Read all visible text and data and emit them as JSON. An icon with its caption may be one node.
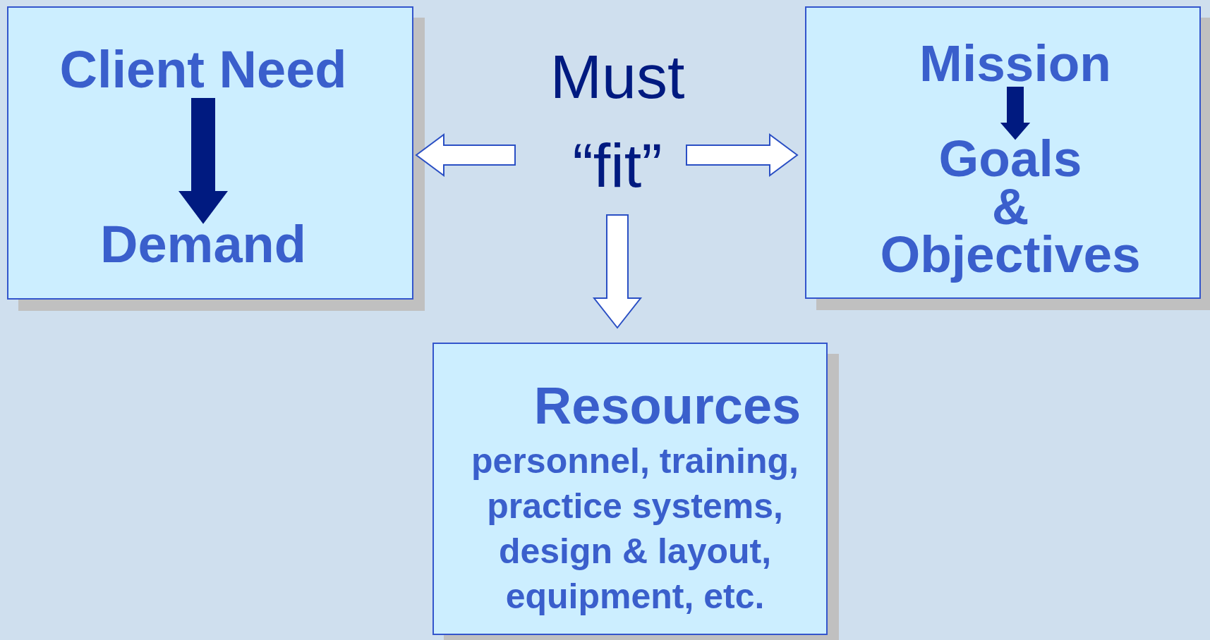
{
  "diagram": {
    "nodes": [
      {
        "text": [],
        "shape": "box"
      },
      {
        "text": [
          "Client Need"
        ],
        "in": 0
      },
      {
        "text": [
          "Demand"
        ],
        "in": 0
      },
      {
        "text": [
          "Must “fit”"
        ]
      },
      {
        "text": [],
        "shape": "box"
      },
      {
        "text": [
          "Mission"
        ],
        "in": 4
      },
      {
        "text": [
          "Goals & Objectives"
        ],
        "in": 4
      },
      {
        "text": [
          "Resources",
          "personnel, training, practice systems, design & layout, equipment, etc."
        ]
      }
    ],
    "edges": [
      {
        "from": 1,
        "to": 2,
        "arrow": "to",
        "color": "#001a80"
      },
      {
        "from": 5,
        "to": 6,
        "arrow": "to",
        "color": "#001a80"
      },
      {
        "from": 3,
        "to": 0,
        "arrow": "to"
      },
      {
        "from": 3,
        "to": 4,
        "arrow": "to"
      },
      {
        "from": 3,
        "to": 7,
        "arrow": "to"
      }
    ]
  }
}
